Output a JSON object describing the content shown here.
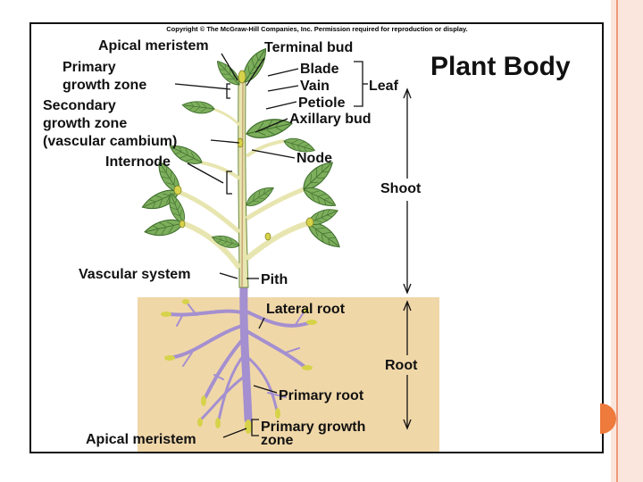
{
  "copyright": "Copyright © The McGraw-Hill Companies, Inc. Permission required for reproduction or display.",
  "title": "Plant Body",
  "labels": {
    "apical_meristem_top": "Apical meristem",
    "terminal_bud": "Terminal bud",
    "primary_growth_zone_1": "Primary",
    "primary_growth_zone_2": "growth zone",
    "blade": "Blade",
    "vain": "Vain",
    "petiole": "Petiole",
    "leaf": "Leaf",
    "secondary_1": "Secondary",
    "secondary_2": "growth zone",
    "secondary_3": "(vascular cambium)",
    "axillary_bud": "Axillary bud",
    "node": "Node",
    "internode": "Internode",
    "shoot": "Shoot",
    "vascular_system": "Vascular system",
    "pith": "Pith",
    "lateral_root": "Lateral root",
    "root": "Root",
    "primary_root": "Primary root",
    "primary_growth_root_1": "Primary growth",
    "primary_growth_root_2": "zone",
    "apical_meristem_bottom": "Apical meristem"
  },
  "colors": {
    "soil": "#f0d7a8",
    "stem": "#e8e6b0",
    "leaf": "#7cae5c",
    "leaf_dark": "#3f6e2c",
    "root": "#a48fd0",
    "root_tip": "#d6d34a",
    "accent": "#ee7a3c"
  }
}
